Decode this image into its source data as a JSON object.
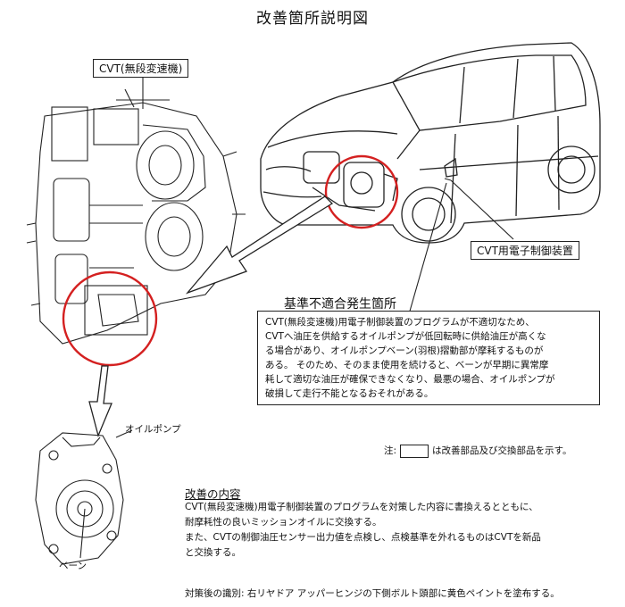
{
  "title": "改善箇所説明図",
  "labels": {
    "cvt": "CVT(無段変速機)",
    "cvt_ecu": "CVT用電子制御装置",
    "oil_pump": "オイルポンプ",
    "vane": "ベーン"
  },
  "problem": {
    "heading": "基準不適合発生箇所",
    "lines": [
      "CVT(無段変速機)用電子制御装置のプログラムが不適切なため、",
      "CVTへ油圧を供給するオイルポンプが低回転時に供給油圧が高くな",
      "る場合があり、オイルポンプベーン(羽根)摺動部が摩耗するものが",
      "ある。 そのため、そのまま使用を続けると、ベーンが早期に異常摩",
      "耗して適切な油圧が確保できなくなり、最悪の場合、オイルポンプが",
      "破損して走行不能となるおそれがある。"
    ]
  },
  "note": {
    "prefix": "注:",
    "suffix": "は改善部品及び交換部品を示す。"
  },
  "improvement": {
    "heading": "改善の内容",
    "lines": [
      "CVT(無段変速機)用電子制御装置のプログラムを対策した内容に書換えるとともに、",
      "耐摩耗性の良いミッションオイルに交換する。",
      "また、CVTの制御油圧センサー出力値を点検し、点検基準を外れるものはCVTを新品",
      "と交換する。"
    ]
  },
  "footer": "対策後の識別: 右リヤドア アッパーヒンジの下側ボルト頭部に黄色ペイントを塗布する。",
  "colors": {
    "highlight_circle": "#d42020",
    "line": "#222222"
  }
}
